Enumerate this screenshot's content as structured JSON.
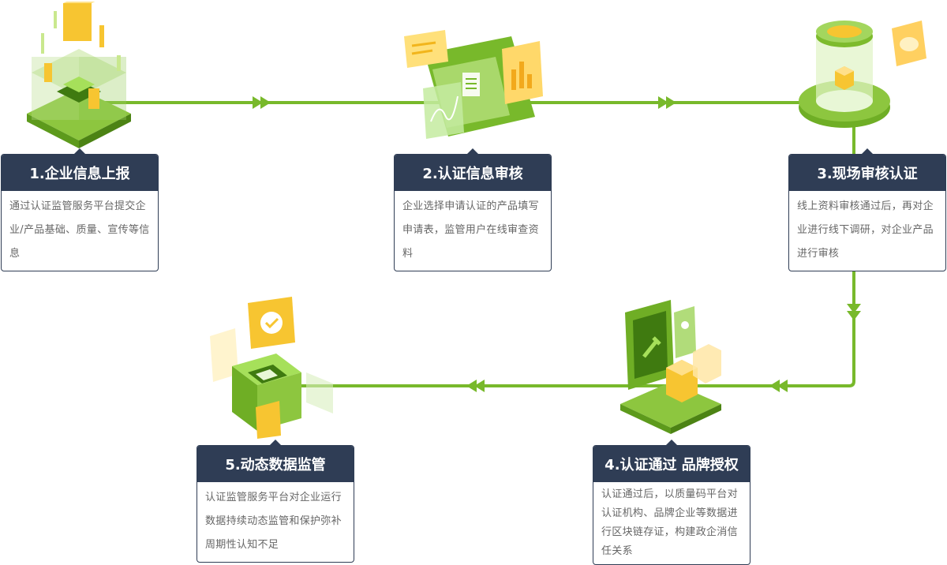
{
  "colors": {
    "line": "#78b92b",
    "arrow": "#78b92b",
    "card_header": "#2f3d55",
    "card_border": "#2f3d55",
    "text": "#666666",
    "accent_yellow": "#f7c531",
    "accent_green": "#8dc63f"
  },
  "steps": [
    {
      "title": "1.企业信息上报",
      "desc": "通过认证监管服务平台提交企业/产品基础、质量、宣传等信息",
      "icon": "server-stack-icon"
    },
    {
      "title": "2.认证信息审核",
      "desc": "企业选择申请认证的产品填写申请表，监管用户在线审查资料",
      "icon": "document-review-icon"
    },
    {
      "title": "3.现场审核认证",
      "desc": "线上资料审核通过后，再对企业进行线下调研，对企业产品进行审核",
      "icon": "onsite-platform-icon"
    },
    {
      "title": "4.认证通过 品牌授权",
      "desc": "认证通过后，以质量码平台对认证机构、品牌企业等数据进行区块链存证，构建政企消信任关系",
      "icon": "brand-authorization-icon"
    },
    {
      "title": "5.动态数据监管",
      "desc": "认证监管服务平台对企业运行数据持续动态监管和保护弥补周期性认知不足",
      "icon": "dynamic-monitor-icon"
    }
  ]
}
